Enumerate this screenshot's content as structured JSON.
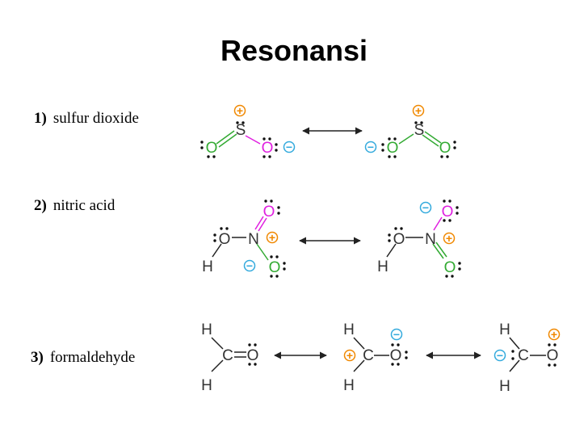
{
  "title": "Resonansi",
  "items": [
    {
      "number": "1)",
      "name": "sulfur dioxide"
    },
    {
      "number": "2)",
      "name": "nitric acid"
    },
    {
      "number": "3)",
      "name": "formaldehyde"
    }
  ],
  "atoms": {
    "S": "S",
    "O": "O",
    "N": "N",
    "C": "C",
    "H": "H"
  },
  "charges": {
    "plus": "+",
    "minus": "−"
  },
  "colors": {
    "oxygen_green": "#33aa33",
    "oxygen_magenta": "#e020e0",
    "minus_charge": "#33aadd",
    "plus_charge": "#f08800",
    "bond": "#222222"
  }
}
